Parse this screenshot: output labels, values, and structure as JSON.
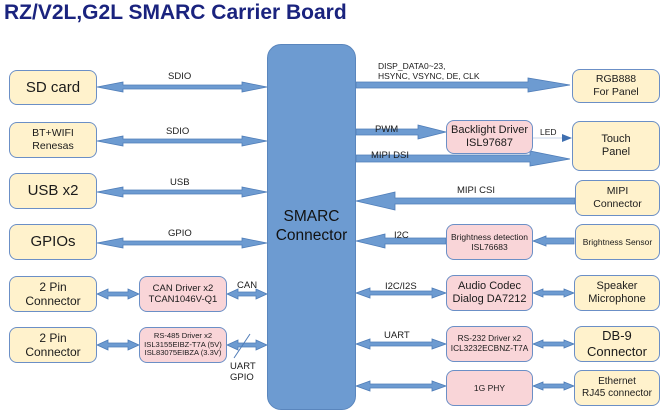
{
  "title": "RZ/V2L,G2L SMARC Carrier Board",
  "center": {
    "lines": [
      "SMARC",
      "Connector"
    ]
  },
  "left_peripherals": [
    {
      "id": "sd-card",
      "lines": [
        "SD card"
      ],
      "bus": "SDIO"
    },
    {
      "id": "bt-wifi",
      "lines": [
        "BT+WIFI",
        "Renesas"
      ],
      "bus": "SDIO"
    },
    {
      "id": "usb",
      "lines": [
        "USB x2"
      ],
      "bus": "USB"
    },
    {
      "id": "gpios",
      "lines": [
        "GPIOs"
      ],
      "bus": "GPIO"
    },
    {
      "id": "can-connector",
      "lines": [
        "2 Pin",
        "Connector"
      ],
      "bus": "CAN"
    },
    {
      "id": "rs485-connector",
      "lines": [
        "2 Pin",
        "Connector"
      ],
      "bus": "UART GPIO"
    }
  ],
  "left_drivers": [
    {
      "id": "can-driver",
      "lines": [
        "CAN Driver x2",
        "TCAN1046V-Q1"
      ]
    },
    {
      "id": "rs485-driver",
      "lines": [
        "RS-485 Driver x2",
        "ISL3155EIBZ-T7A (5V)",
        "ISL83075EIBZA (3.3V)"
      ]
    }
  ],
  "left_bus_labels": {
    "can": "CAN",
    "uart_gpio": [
      "UART",
      "GPIO"
    ]
  },
  "right_drivers": [
    {
      "id": "backlight-driver",
      "lines": [
        "Backlight Driver",
        "ISL97687"
      ]
    },
    {
      "id": "brightness-detection",
      "lines": [
        "Brightness detection",
        "ISL76683"
      ]
    },
    {
      "id": "audio-codec",
      "lines": [
        "Audio Codec",
        "Dialog DA7212"
      ]
    },
    {
      "id": "rs232-driver",
      "lines": [
        "RS-232 Driver x2",
        "ICL3232ECBNZ-T7A"
      ]
    },
    {
      "id": "gphy",
      "lines": [
        "1G PHY"
      ]
    }
  ],
  "right_peripherals": [
    {
      "id": "rgb888",
      "lines": [
        "RGB888",
        "For Panel"
      ]
    },
    {
      "id": "touch-panel",
      "lines": [
        "Touch",
        "Panel"
      ]
    },
    {
      "id": "mipi-connector",
      "lines": [
        "MIPI",
        "Connector"
      ]
    },
    {
      "id": "brightness-sensor",
      "lines": [
        "Brightness Sensor"
      ]
    },
    {
      "id": "speaker-mic",
      "lines": [
        "Speaker",
        "Microphone"
      ]
    },
    {
      "id": "db9",
      "lines": [
        "DB-9",
        "Connector"
      ]
    },
    {
      "id": "ethernet",
      "lines": [
        "Ethernet",
        "RJ45 connector"
      ]
    }
  ],
  "right_bus_labels": {
    "disp": [
      "DISP_DATA0~23,",
      "HSYNC, VSYNC, DE, CLK"
    ],
    "pwm": "PWM",
    "led": "LED",
    "mipi_dsi": "MIPI DSI",
    "mipi_csi": "MIPI CSI",
    "i2c": "I2C",
    "i2c_i2s": "I2C/I2S",
    "uart": "UART"
  },
  "colors": {
    "title": "#1a237e",
    "connector_fill": "#6d9bd1",
    "arrow_fill": "#6d9bd1",
    "peripheral_fill": "#fff2cc",
    "driver_fill": "#f9d5d8",
    "box_border": "#6b8fc6"
  }
}
